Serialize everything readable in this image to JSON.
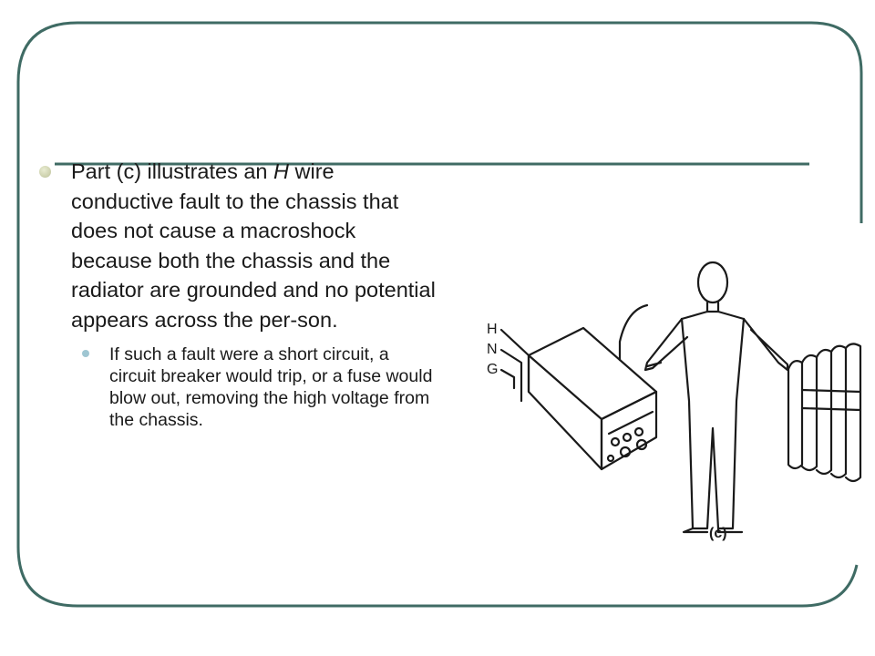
{
  "colors": {
    "frame": "#3f6b64",
    "bullet": "#cfd3b0",
    "sub_bullet": "#9fc6d2",
    "text": "#1a1a1a"
  },
  "bullet": {
    "text_before": "Part (c) illustrates an ",
    "text_italic": "H",
    "text_after": " wire conductive fault to the chassis that does not cause a macroshock because both the chassis and the radiator are grounded and no potential appears across the per-son."
  },
  "sub_bullet": {
    "text": "If such a fault were a short circuit, a circuit breaker would trip, or a fuse would blow out, removing the high voltage from the chassis."
  },
  "figure": {
    "wire_labels": [
      "H",
      "N",
      "G"
    ],
    "caption": "(c)"
  }
}
